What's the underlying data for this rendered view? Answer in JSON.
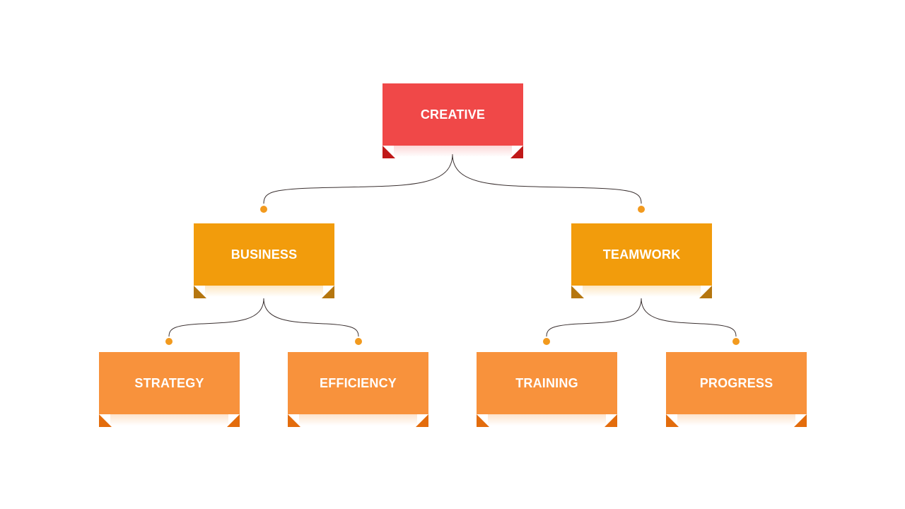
{
  "colors": {
    "background": "#ffffff",
    "connector": "#3a3030",
    "dot": "#f29a1e",
    "level0_fill": "#f04848",
    "level0_fold": "#c01818",
    "level0_glow": "#fcd7d7",
    "level1_fill": "#f29c0c",
    "level1_fold": "#b5760f",
    "level1_glow": "#fde6c0",
    "level2_fill": "#f8923c",
    "level2_fold": "#e36c0c",
    "level2_glow": "#fde3cc"
  },
  "diagram": {
    "root": {
      "label": "CREATIVE",
      "level": 0,
      "children": [
        "business",
        "teamwork"
      ]
    },
    "business": {
      "label": "BUSINESS",
      "level": 1,
      "children": [
        "strategy",
        "efficiency"
      ]
    },
    "teamwork": {
      "label": "TEAMWORK",
      "level": 1,
      "children": [
        "training",
        "progress"
      ]
    },
    "strategy": {
      "label": "STRATEGY",
      "level": 2
    },
    "efficiency": {
      "label": "EFFICIENCY",
      "level": 2
    },
    "training": {
      "label": "TRAINING",
      "level": 2
    },
    "progress": {
      "label": "PROGRESS",
      "level": 2
    }
  }
}
